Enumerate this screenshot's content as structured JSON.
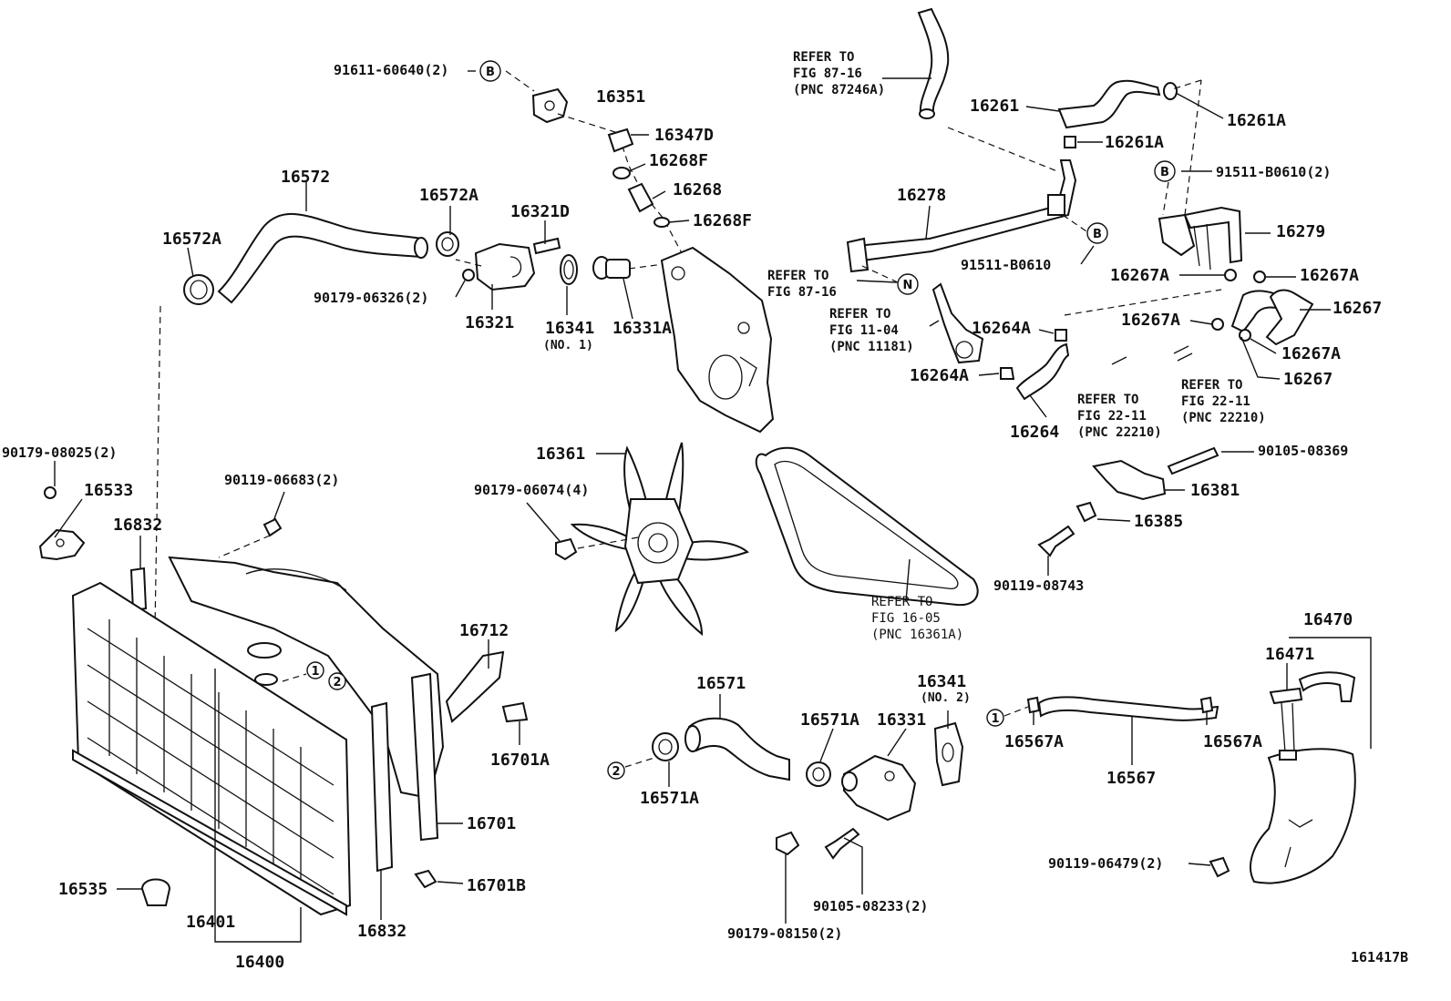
{
  "labels": {
    "l_91611": "91611-60640(2)",
    "l_16351": "16351",
    "l_16347D": "16347D",
    "l_16268F_a": "16268F",
    "l_16268": "16268",
    "l_16268F_b": "16268F",
    "l_16572": "16572",
    "l_16572A_a": "16572A",
    "l_16572A_b": "16572A",
    "l_16321D": "16321D",
    "l_90179_06326": "90179-06326(2)",
    "l_16321": "16321",
    "l_16341": "16341",
    "l_16341_no1": "(NO. 1)",
    "l_16331A": "16331A",
    "l_16261": "16261",
    "l_16261A_a": "16261A",
    "l_16261A_b": "16261A",
    "l_91511_2": "91511-B0610(2)",
    "l_16278": "16278",
    "l_16279": "16279",
    "l_91511": "91511-B0610",
    "l_16267A_a": "16267A",
    "l_16267A_b": "16267A",
    "l_16267A_c": "16267A",
    "l_16267A_d": "16267A",
    "l_16267_a": "16267",
    "l_16267_b": "16267",
    "l_16264A_a": "16264A",
    "l_16264A_b": "16264A",
    "l_16264": "16264",
    "l_90105_08369": "90105-08369",
    "l_16381": "16381",
    "l_16385": "16385",
    "l_90119_08743": "90119-08743",
    "l_16361": "16361",
    "l_90179_06074": "90179-06074(4)",
    "l_90179_08025": "90179-08025(2)",
    "l_16533": "16533",
    "l_16832_a": "16832",
    "l_90119_06683": "90119-06683(2)",
    "l_16712": "16712",
    "l_16701A": "16701A",
    "l_16701": "16701",
    "l_16701B": "16701B",
    "l_16535": "16535",
    "l_16401": "16401",
    "l_16832_b": "16832",
    "l_16400": "16400",
    "l_16571": "16571",
    "l_16571A_a": "16571A",
    "l_16571A_b": "16571A",
    "l_16331": "16331",
    "l_16341_2": "16341",
    "l_16341_no2": "(NO. 2)",
    "l_90105_08233": "90105-08233(2)",
    "l_90179_08150": "90179-08150(2)",
    "l_16567A_a": "16567A",
    "l_16567A_b": "16567A",
    "l_16567": "16567",
    "l_16470": "16470",
    "l_16471": "16471",
    "l_90119_06479": "90119-06479(2)",
    "l_figid": "161417B"
  },
  "refs": {
    "r1_a": "REFER TO",
    "r1_b": "FIG 87-16",
    "r1_c": "(PNC 87246A)",
    "r2_a": "REFER TO",
    "r2_b": "FIG 87-16",
    "r3_a": "REFER TO",
    "r3_b": "FIG 11-04",
    "r3_c": "(PNC 11181)",
    "r4_a": "REFER TO",
    "r4_b": "FIG 22-11",
    "r4_c": "(PNC 22210)",
    "r5_a": "REFER TO",
    "r5_b": "FIG 22-11",
    "r5_c": "(PNC 22210)",
    "r6_a": "REFER TO",
    "r6_b": "FIG 16-05",
    "r6_c": "(PNC 16361A)"
  },
  "markers": {
    "B": "B",
    "N": "N",
    "one": "1",
    "two": "2"
  }
}
